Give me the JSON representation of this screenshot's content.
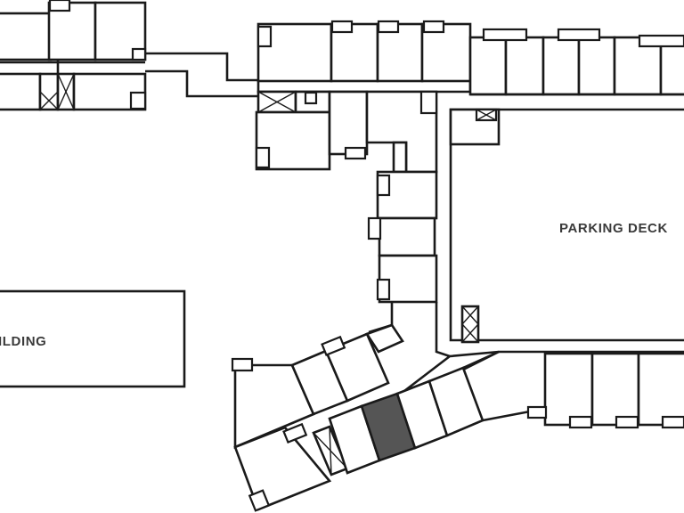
{
  "map": {
    "labels": {
      "parking_deck": "PARKING DECK",
      "building": "ILDING"
    },
    "colors": {
      "wall": "#1a1a1a",
      "background": "#ffffff",
      "highlight": "#555555",
      "label": "#3a3a3a"
    },
    "highlighted_unit": "selected-unit"
  }
}
